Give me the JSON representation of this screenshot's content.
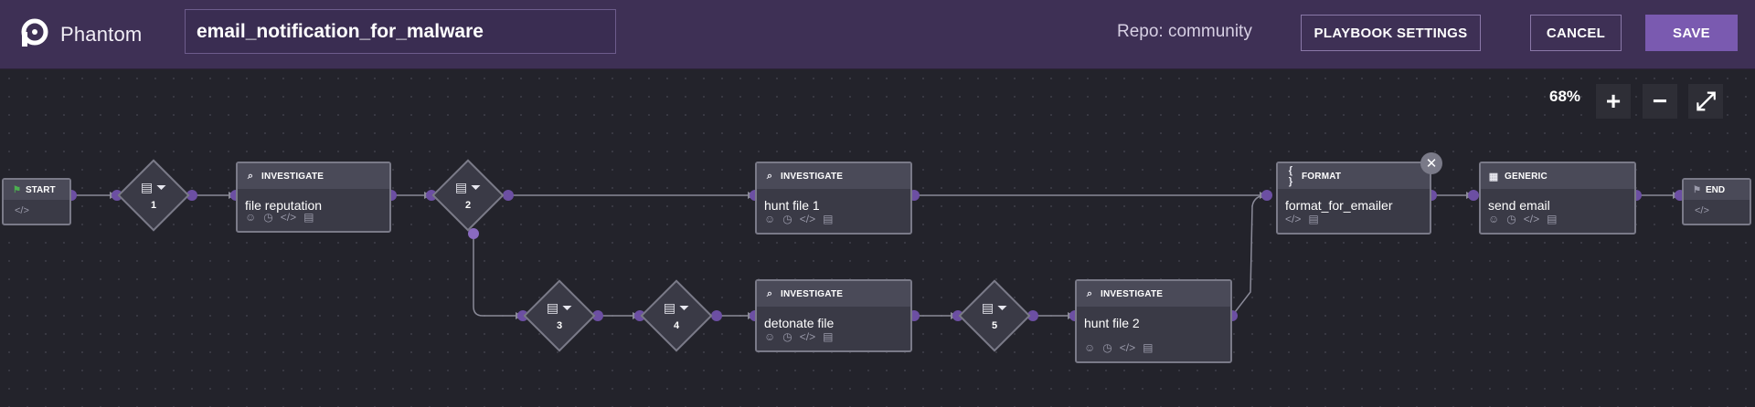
{
  "header": {
    "brand": "Phantom",
    "playbook_name": "email_notification_for_malware",
    "repo": "Repo: community",
    "settings_label": "PLAYBOOK SETTINGS",
    "cancel_label": "CANCEL",
    "save_label": "SAVE"
  },
  "zoom": {
    "level": "68%",
    "in": "+",
    "out": "−",
    "fit": "⤢"
  },
  "nodes": {
    "start": {
      "label": "START",
      "code": "</>"
    },
    "end": {
      "label": "END",
      "code": "</>"
    },
    "filter1": {
      "num": "1"
    },
    "filter2": {
      "num": "2"
    },
    "filter3": {
      "num": "3"
    },
    "filter4": {
      "num": "4"
    },
    "filter5": {
      "num": "5"
    },
    "file_reputation": {
      "type": "INVESTIGATE",
      "title": "file reputation"
    },
    "hunt_file_1": {
      "type": "INVESTIGATE",
      "title": "hunt file 1"
    },
    "detonate_file": {
      "type": "INVESTIGATE",
      "title": "detonate file"
    },
    "hunt_file_2": {
      "type": "INVESTIGATE",
      "title": "hunt file 2"
    },
    "format_for_emailer": {
      "type": "FORMAT",
      "title": "format_for_emailer"
    },
    "send_email": {
      "type": "GENERIC",
      "title": "send email"
    }
  },
  "icons": {
    "accent": "#6c4fa3",
    "header_bg": "#3e3055"
  }
}
